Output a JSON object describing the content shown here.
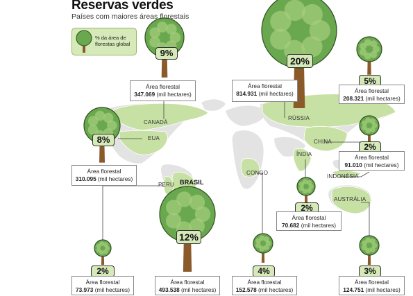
{
  "header": {
    "title": "Reservas verdes",
    "subtitle": "Países com maiores áreas florestais"
  },
  "legend": {
    "line1": "% da área de",
    "line2": "florestas global"
  },
  "countries": {
    "canada": "CANADÁ",
    "eua": "EUA",
    "peru": "PERU",
    "brasil": "BRASIL",
    "congo": "CONGO",
    "russia": "RÚSSIA",
    "china": "CHINA",
    "india": "ÍNDIA",
    "indonesia": "INDONÉSIA",
    "australia": "AUSTRÁLIA"
  },
  "area_label": "Área florestal",
  "unit_label": "(mil hectares)",
  "cards": [
    {
      "country": "CANADÁ",
      "pct": "9%",
      "area": "347.069"
    },
    {
      "country": "EUA",
      "pct": "8%",
      "area": "310.095"
    },
    {
      "country": "PERU",
      "pct": "2%",
      "area": "73.973"
    },
    {
      "country": "BRASIL",
      "pct": "12%",
      "area": "493.538"
    },
    {
      "country": "CONGO",
      "pct": "4%",
      "area": "152.578"
    },
    {
      "country": "RÚSSIA",
      "pct": "20%",
      "area": "814.931"
    },
    {
      "country": "CHINA",
      "pct": "5%",
      "area": "208.321"
    },
    {
      "country": "ÍNDIA",
      "pct": "2%",
      "area": "70.682"
    },
    {
      "country": "INDONÉSIA",
      "pct": "2%",
      "area": "91.010"
    },
    {
      "country": "AUSTRÁLIA",
      "pct": "3%",
      "area": "124.751"
    }
  ],
  "colors": {
    "map_land": "#e3e3e3",
    "highlight": "#c7e0a4",
    "box_fill": "#d6e9b8",
    "leaf": "#6aa84f",
    "trunk": "#8b5a2b"
  }
}
